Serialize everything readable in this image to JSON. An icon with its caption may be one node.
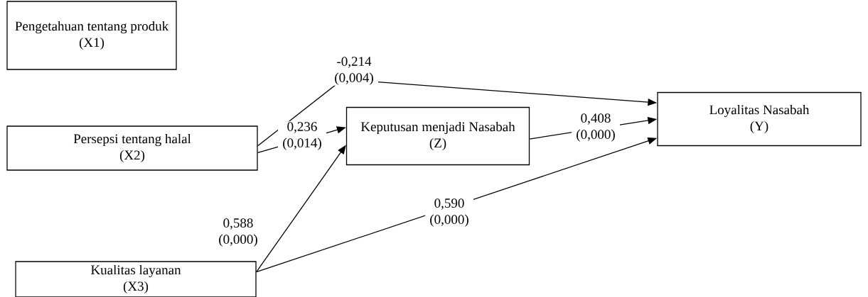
{
  "diagram": {
    "nodes": [
      {
        "text": [
          "Pengetahuan tentang produk",
          "(X1)"
        ]
      },
      {
        "text": [
          "Persepsi tentang halal",
          "(X2)"
        ]
      },
      {
        "text": [
          "Keputusan menjadi Nasabah",
          "(Z)"
        ]
      },
      {
        "text": [
          "Loyalitas Nasabah",
          "(Y)"
        ]
      },
      {
        "text": [
          "Kualitas layanan",
          "(X3)"
        ]
      }
    ],
    "edges": [
      {
        "from": 1,
        "to": 3,
        "arrow": "to",
        "label": "-0,214 (0,004)"
      },
      {
        "from": 1,
        "to": 2,
        "arrow": "to",
        "label": "0,236 (0,014)"
      },
      {
        "from": 2,
        "to": 3,
        "arrow": "to",
        "label": "0,408 (0,000)"
      },
      {
        "from": 4,
        "to": 2,
        "arrow": "to",
        "label": "0,588 (0,000)"
      },
      {
        "from": 4,
        "to": 3,
        "arrow": "to",
        "label": "0,590 (0,000)"
      }
    ]
  }
}
